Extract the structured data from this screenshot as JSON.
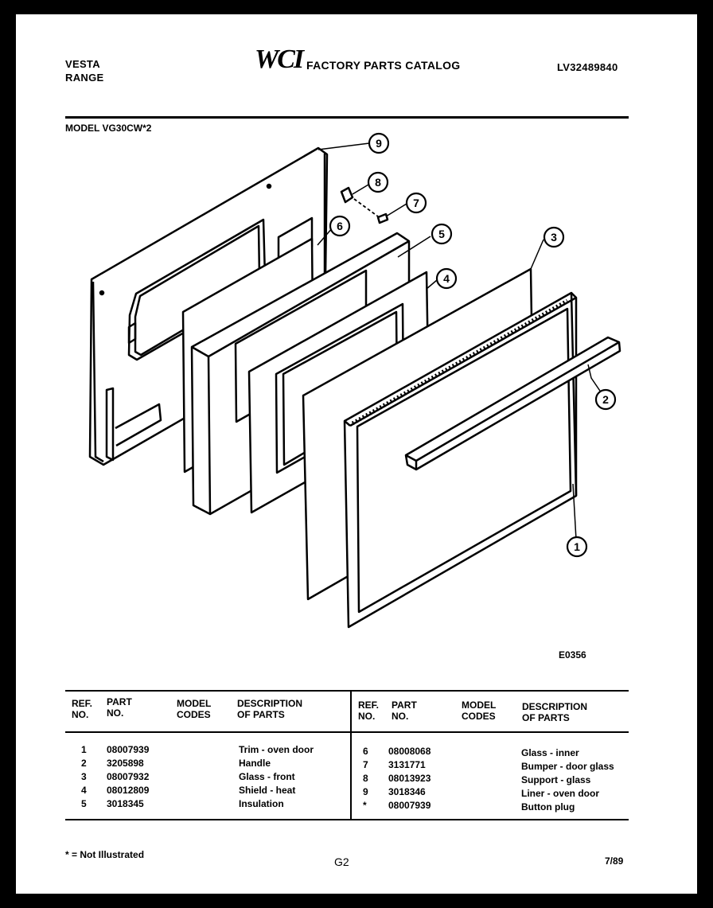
{
  "header": {
    "brand_line1": "VESTA",
    "brand_line2": "RANGE",
    "logo": "WCI",
    "catalog_title": "FACTORY PARTS CATALOG",
    "catalog_number": "LV32489840",
    "model_label": "MODEL VG30CW*2"
  },
  "diagram": {
    "figure_code": "E0356",
    "callouts": [
      "1",
      "2",
      "3",
      "4",
      "5",
      "6",
      "7",
      "8",
      "9"
    ]
  },
  "table": {
    "headers": {
      "ref_line1": "REF.",
      "ref_line2": "NO.",
      "part_line1": "PART",
      "part_line2": "NO.",
      "model_line1": "MODEL",
      "model_line2": "CODES",
      "desc_line1": "DESCRIPTION",
      "desc_line2": "OF PARTS"
    },
    "left_rows": [
      {
        "ref": "1",
        "part": "08007939",
        "codes": "",
        "desc": "Trim - oven door"
      },
      {
        "ref": "2",
        "part": "3205898",
        "codes": "",
        "desc": "Handle"
      },
      {
        "ref": "3",
        "part": "08007932",
        "codes": "",
        "desc": "Glass - front"
      },
      {
        "ref": "4",
        "part": "08012809",
        "codes": "",
        "desc": "Shield - heat"
      },
      {
        "ref": "5",
        "part": "3018345",
        "codes": "",
        "desc": "Insulation"
      }
    ],
    "right_rows": [
      {
        "ref": "6",
        "part": "08008068",
        "codes": "",
        "desc": "Glass - inner"
      },
      {
        "ref": "7",
        "part": "3131771",
        "codes": "",
        "desc": "Bumper - door glass"
      },
      {
        "ref": "8",
        "part": "08013923",
        "codes": "",
        "desc": "Support - glass"
      },
      {
        "ref": "9",
        "part": "3018346",
        "codes": "",
        "desc": "Liner - oven door"
      },
      {
        "ref": "*",
        "part": "08007939",
        "codes": "",
        "desc": "Button plug"
      }
    ]
  },
  "footer": {
    "note": "* = Not Illustrated",
    "page": "G2",
    "date": "7/89"
  }
}
